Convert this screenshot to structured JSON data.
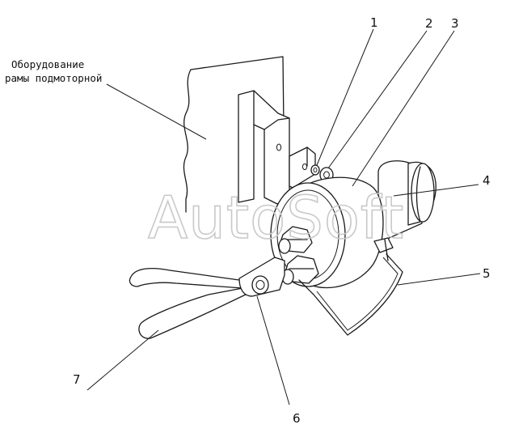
{
  "caption": {
    "line1": "Оборудование",
    "line2": "рамы подмоторной"
  },
  "watermark": "AutoSoft",
  "callouts": [
    {
      "id": "1",
      "label": "1"
    },
    {
      "id": "2",
      "label": "2"
    },
    {
      "id": "3",
      "label": "3"
    },
    {
      "id": "4",
      "label": "4"
    },
    {
      "id": "5",
      "label": "5"
    },
    {
      "id": "6",
      "label": "6"
    },
    {
      "id": "7",
      "label": "7"
    }
  ]
}
